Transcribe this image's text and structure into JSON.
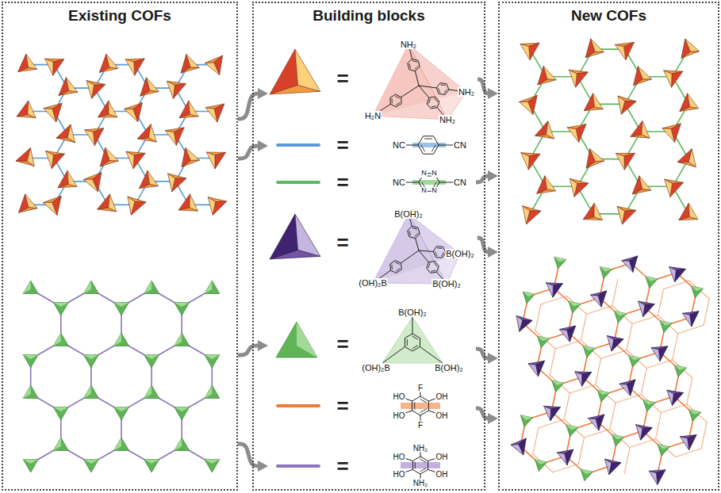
{
  "diagram": {
    "nodes": [
      {
        "text": [
          "Existing COFs"
        ]
      },
      {
        "text": [
          "Building blocks"
        ]
      },
      {
        "text": [
          "NH₂",
          "NH₂",
          "H₂N",
          "NH₂"
        ],
        "in": 1
      },
      {
        "text": [
          "NC",
          "CN"
        ],
        "in": 1
      },
      {
        "text": [
          "NC",
          "N",
          "N",
          "N",
          "N",
          "CN"
        ],
        "in": 1
      },
      {
        "text": [
          "B(OH)₂",
          "B(OH)₂",
          "(OH)₂B",
          "B(OH)₂"
        ],
        "in": 1
      },
      {
        "text": [
          "B(OH)₂",
          "(OH)₂B",
          "B(OH)₂"
        ],
        "in": 1
      },
      {
        "text": [
          "F",
          "HO",
          "OH",
          "HO",
          "OH",
          "F"
        ],
        "in": 1
      },
      {
        "text": [
          "NH₂",
          "HO",
          "OH",
          "HO",
          "OH",
          "NH₂"
        ],
        "in": 1
      },
      {
        "text": [
          "New COFs"
        ]
      }
    ],
    "edges": [
      {
        "from": 0,
        "to": 2,
        "arrow": "to"
      },
      {
        "from": 0,
        "to": 3,
        "arrow": "to"
      },
      {
        "from": 0,
        "to": 6,
        "arrow": "to"
      },
      {
        "from": 0,
        "to": 8,
        "arrow": "to"
      },
      {
        "from": 2,
        "to": 9,
        "arrow": "to"
      },
      {
        "from": 4,
        "to": 9,
        "arrow": "to"
      },
      {
        "from": 5,
        "to": 9,
        "arrow": "to"
      },
      {
        "from": 6,
        "to": 9,
        "arrow": "to"
      },
      {
        "from": 7,
        "to": 9,
        "arrow": "to"
      }
    ],
    "labels": [
      "=",
      "=",
      "=",
      "=",
      "=",
      "=",
      "="
    ]
  }
}
